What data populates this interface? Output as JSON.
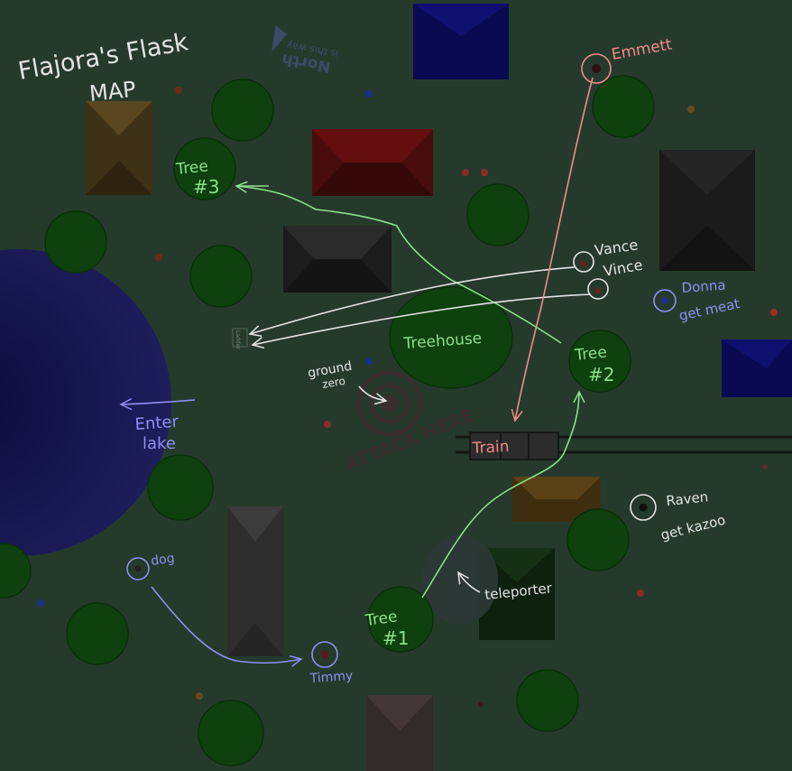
{
  "map": {
    "title_line1": "Flajora's Flask",
    "title_line2": "MAP",
    "compass_line1": "North",
    "compass_line2": "is this way"
  },
  "landmarks": {
    "tree3_line1": "Tree",
    "tree3_line2": "#3",
    "tree2_line1": "Tree",
    "tree2_line2": "#2",
    "tree1_line1": "Tree",
    "tree1_line2": "#1",
    "treehouse": "Treehouse",
    "train": "Train",
    "teleporter": "teleporter",
    "ground_zero_line1": "ground",
    "ground_zero_line2": "zero",
    "attack_here": "ATTACK HERE",
    "enter_lake_line1": "Enter",
    "enter_lake_line2": "lake",
    "ladder_text": "Ladder"
  },
  "players": {
    "emmett": "Emmett",
    "vance": "Vance",
    "vince": "Vince",
    "donna_name": "Donna",
    "donna_task": "get meat",
    "raven_name": "Raven",
    "raven_task": "get kazoo",
    "dog": "dog",
    "timmy": "Timmy"
  },
  "colors": {
    "ground": "#263a2c",
    "green_annot": "#8be08b",
    "white_annot": "#e4e4e4",
    "red_annot": "#f08a8a",
    "blue_annot": "#8f8ff0",
    "lake": "#141450"
  }
}
